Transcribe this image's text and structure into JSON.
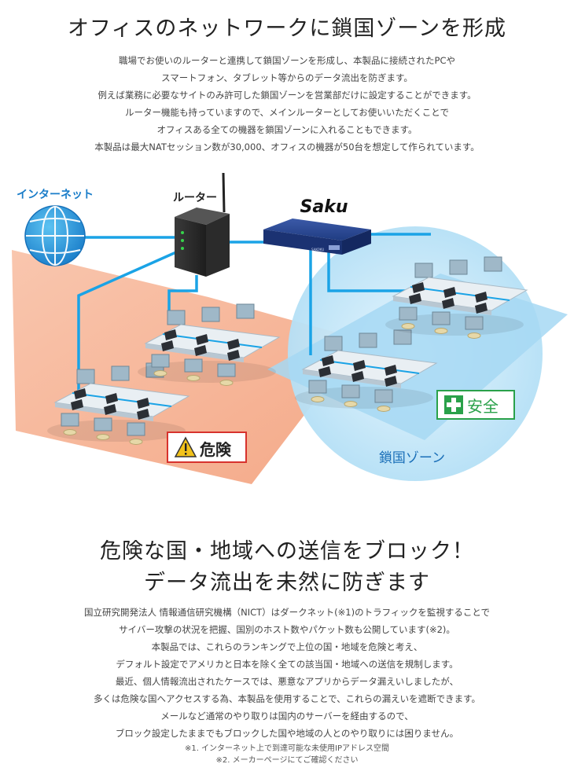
{
  "section1": {
    "title": "オフィスのネットワークに鎖国ゾーンを形成",
    "paragraph": [
      "職場でお使いのルーターと連携して鎖国ゾーンを形成し、本製品に接続されたPCや",
      "スマートフォン、タブレット等からのデータ流出を防ぎます。",
      "例えば業務に必要なサイトのみ許可した鎖国ゾーンを営業部だけに設定することができます。",
      "ルーター機能も持っていますので、メインルーターとしてお使いいただくことで",
      "オフィスある全ての機器を鎖国ゾーンに入れることもできます。",
      "本製品は最大NATセッション数が30,000、オフィスの機器が50台を想定して作られています。"
    ]
  },
  "diagram": {
    "internet_label": "インターネット",
    "router_label": "ルーター",
    "brand_logo": "Saku",
    "device_text": "SAKOKU",
    "danger_label": "危険",
    "safe_label": "安全",
    "zone_label": "鎖国ゾーン",
    "colors": {
      "line_blue": "#1aa3e6",
      "danger_red": "#d7322d",
      "safe_green": "#2aa14a",
      "zone_blue": "#bfe6f8",
      "floor_orange": "#f7b79a"
    }
  },
  "section2": {
    "title_lines": [
      "危険な国・地域への送信をブロック！",
      "データ流出を未然に防ぎます"
    ],
    "paragraph": [
      "国立研究開発法人 情報通信研究機構（NICT）はダークネット(※1)のトラフィックを監視することで",
      "サイバー攻撃の状況を把握、国別のホスト数やパケット数も公開しています(※2)。",
      "本製品では、これらのランキングで上位の国・地域を危険と考え、",
      "デフォルト設定でアメリカと日本を除く全ての該当国・地域への送信を規制します。",
      "最近、個人情報流出されたケースでは、悪意なアプリからデータ漏えいしましたが、",
      "多くは危険な国へアクセスする為、本製品を使用することで、これらの漏えいを遮断できます。",
      "メールなど通常のやり取りは国内のサーバーを経由するので、",
      "ブロック設定したままでもブロックした国や地域の人とのやり取りには困りません。"
    ],
    "notes": [
      "※1. インターネット上で到達可能な未使用IPアドレス空間",
      "※2. メーカーページにてご確認ください"
    ]
  }
}
